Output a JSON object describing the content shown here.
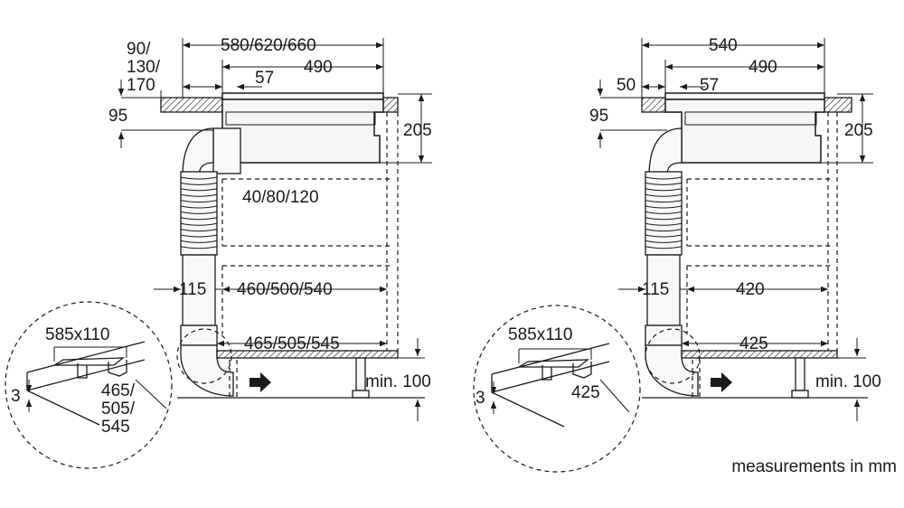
{
  "diagram": {
    "note": "measurements in mm",
    "left": {
      "offsets": "90/ 130/ 170",
      "overall_width": "580/620/660",
      "inner_width": "490",
      "hob_offset": "57",
      "worktop_thickness": "95",
      "unit_height": "205",
      "gap": "40/80/120",
      "duct_offset": "115",
      "cabinet_width": "460/500/540",
      "plinth_width": "465/505/545",
      "plinth_min": "min. 100",
      "detail_cutout": "585x110",
      "detail_depth": "3",
      "detail_width": "465/ 505/ 545"
    },
    "right": {
      "overall_width": "540",
      "offset": "50",
      "inner_width": "490",
      "hob_offset": "57",
      "worktop_thickness": "95",
      "unit_height": "205",
      "duct_offset": "115",
      "cabinet_width": "420",
      "plinth_width": "425",
      "plinth_min": "min. 100",
      "detail_cutout": "585x110",
      "detail_depth": "3",
      "detail_width": "425"
    }
  }
}
